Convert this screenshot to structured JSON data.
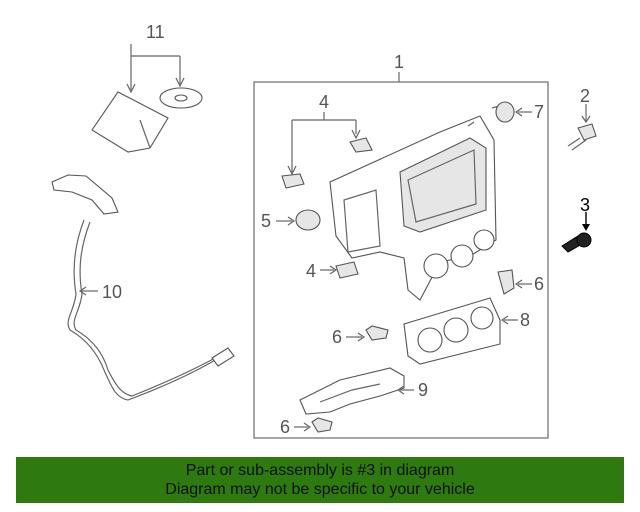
{
  "callouts": {
    "c1": "1",
    "c2": "2",
    "c3": "3",
    "c4a": "4",
    "c4b": "4",
    "c5": "5",
    "c6a": "6",
    "c6b": "6",
    "c6c": "6",
    "c7": "7",
    "c8": "8",
    "c9": "9",
    "c10": "10",
    "c11": "11"
  },
  "highlighted_part": "3",
  "notice": {
    "line1": "Part or sub-assembly is #3 in diagram",
    "line2": "Diagram may not be specific to your vehicle"
  },
  "colors": {
    "banner": "#2f7a10",
    "line": "#666666",
    "highlight": "#000000"
  }
}
